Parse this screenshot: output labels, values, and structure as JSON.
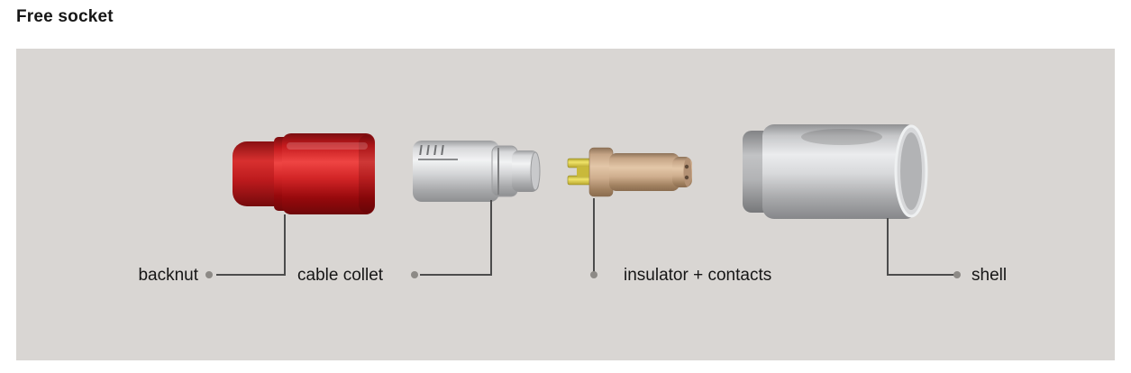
{
  "title": "Free socket",
  "parts": [
    {
      "id": "backnut",
      "label": "backnut"
    },
    {
      "id": "cable-collet",
      "label": "cable collet"
    },
    {
      "id": "insulator-contacts",
      "label": "insulator + contacts"
    },
    {
      "id": "shell",
      "label": "shell"
    }
  ],
  "colors": {
    "panel_background": "#d9d6d3",
    "backnut_red": "#c8181b",
    "metal_gray": "#c7c8ca",
    "insulator_tan": "#c9a786",
    "contact_yellow": "#e6d84e",
    "leader_line": "#4c4c4c",
    "label_text": "#161616"
  }
}
